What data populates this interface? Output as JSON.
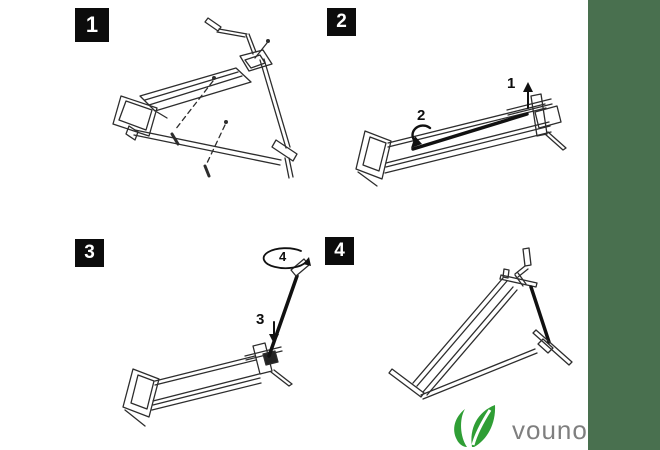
{
  "colors": {
    "background": "#ffffff",
    "line_art": "#2d2d2d",
    "badge_background": "#0c0c0c",
    "badge_text": "#ffffff",
    "side_band_green": "#49704f",
    "logo_green": "#2f9e35",
    "logo_text_gray": "#7f7f7f"
  },
  "panels": [
    {
      "badge": "1"
    },
    {
      "badge": "2",
      "annotations": [
        {
          "label": "1",
          "icon": "arrow-up-icon"
        },
        {
          "label": "2",
          "icon": "rotate-arrow-icon"
        }
      ]
    },
    {
      "badge": "3",
      "annotations": [
        {
          "label": "3",
          "icon": "arrow-down-icon"
        },
        {
          "label": "4",
          "icon": "rotation-ellipse-icon"
        }
      ]
    },
    {
      "badge": "4"
    }
  ],
  "brand": {
    "name": "vounot",
    "icon": "vounot-leaf-icon"
  }
}
